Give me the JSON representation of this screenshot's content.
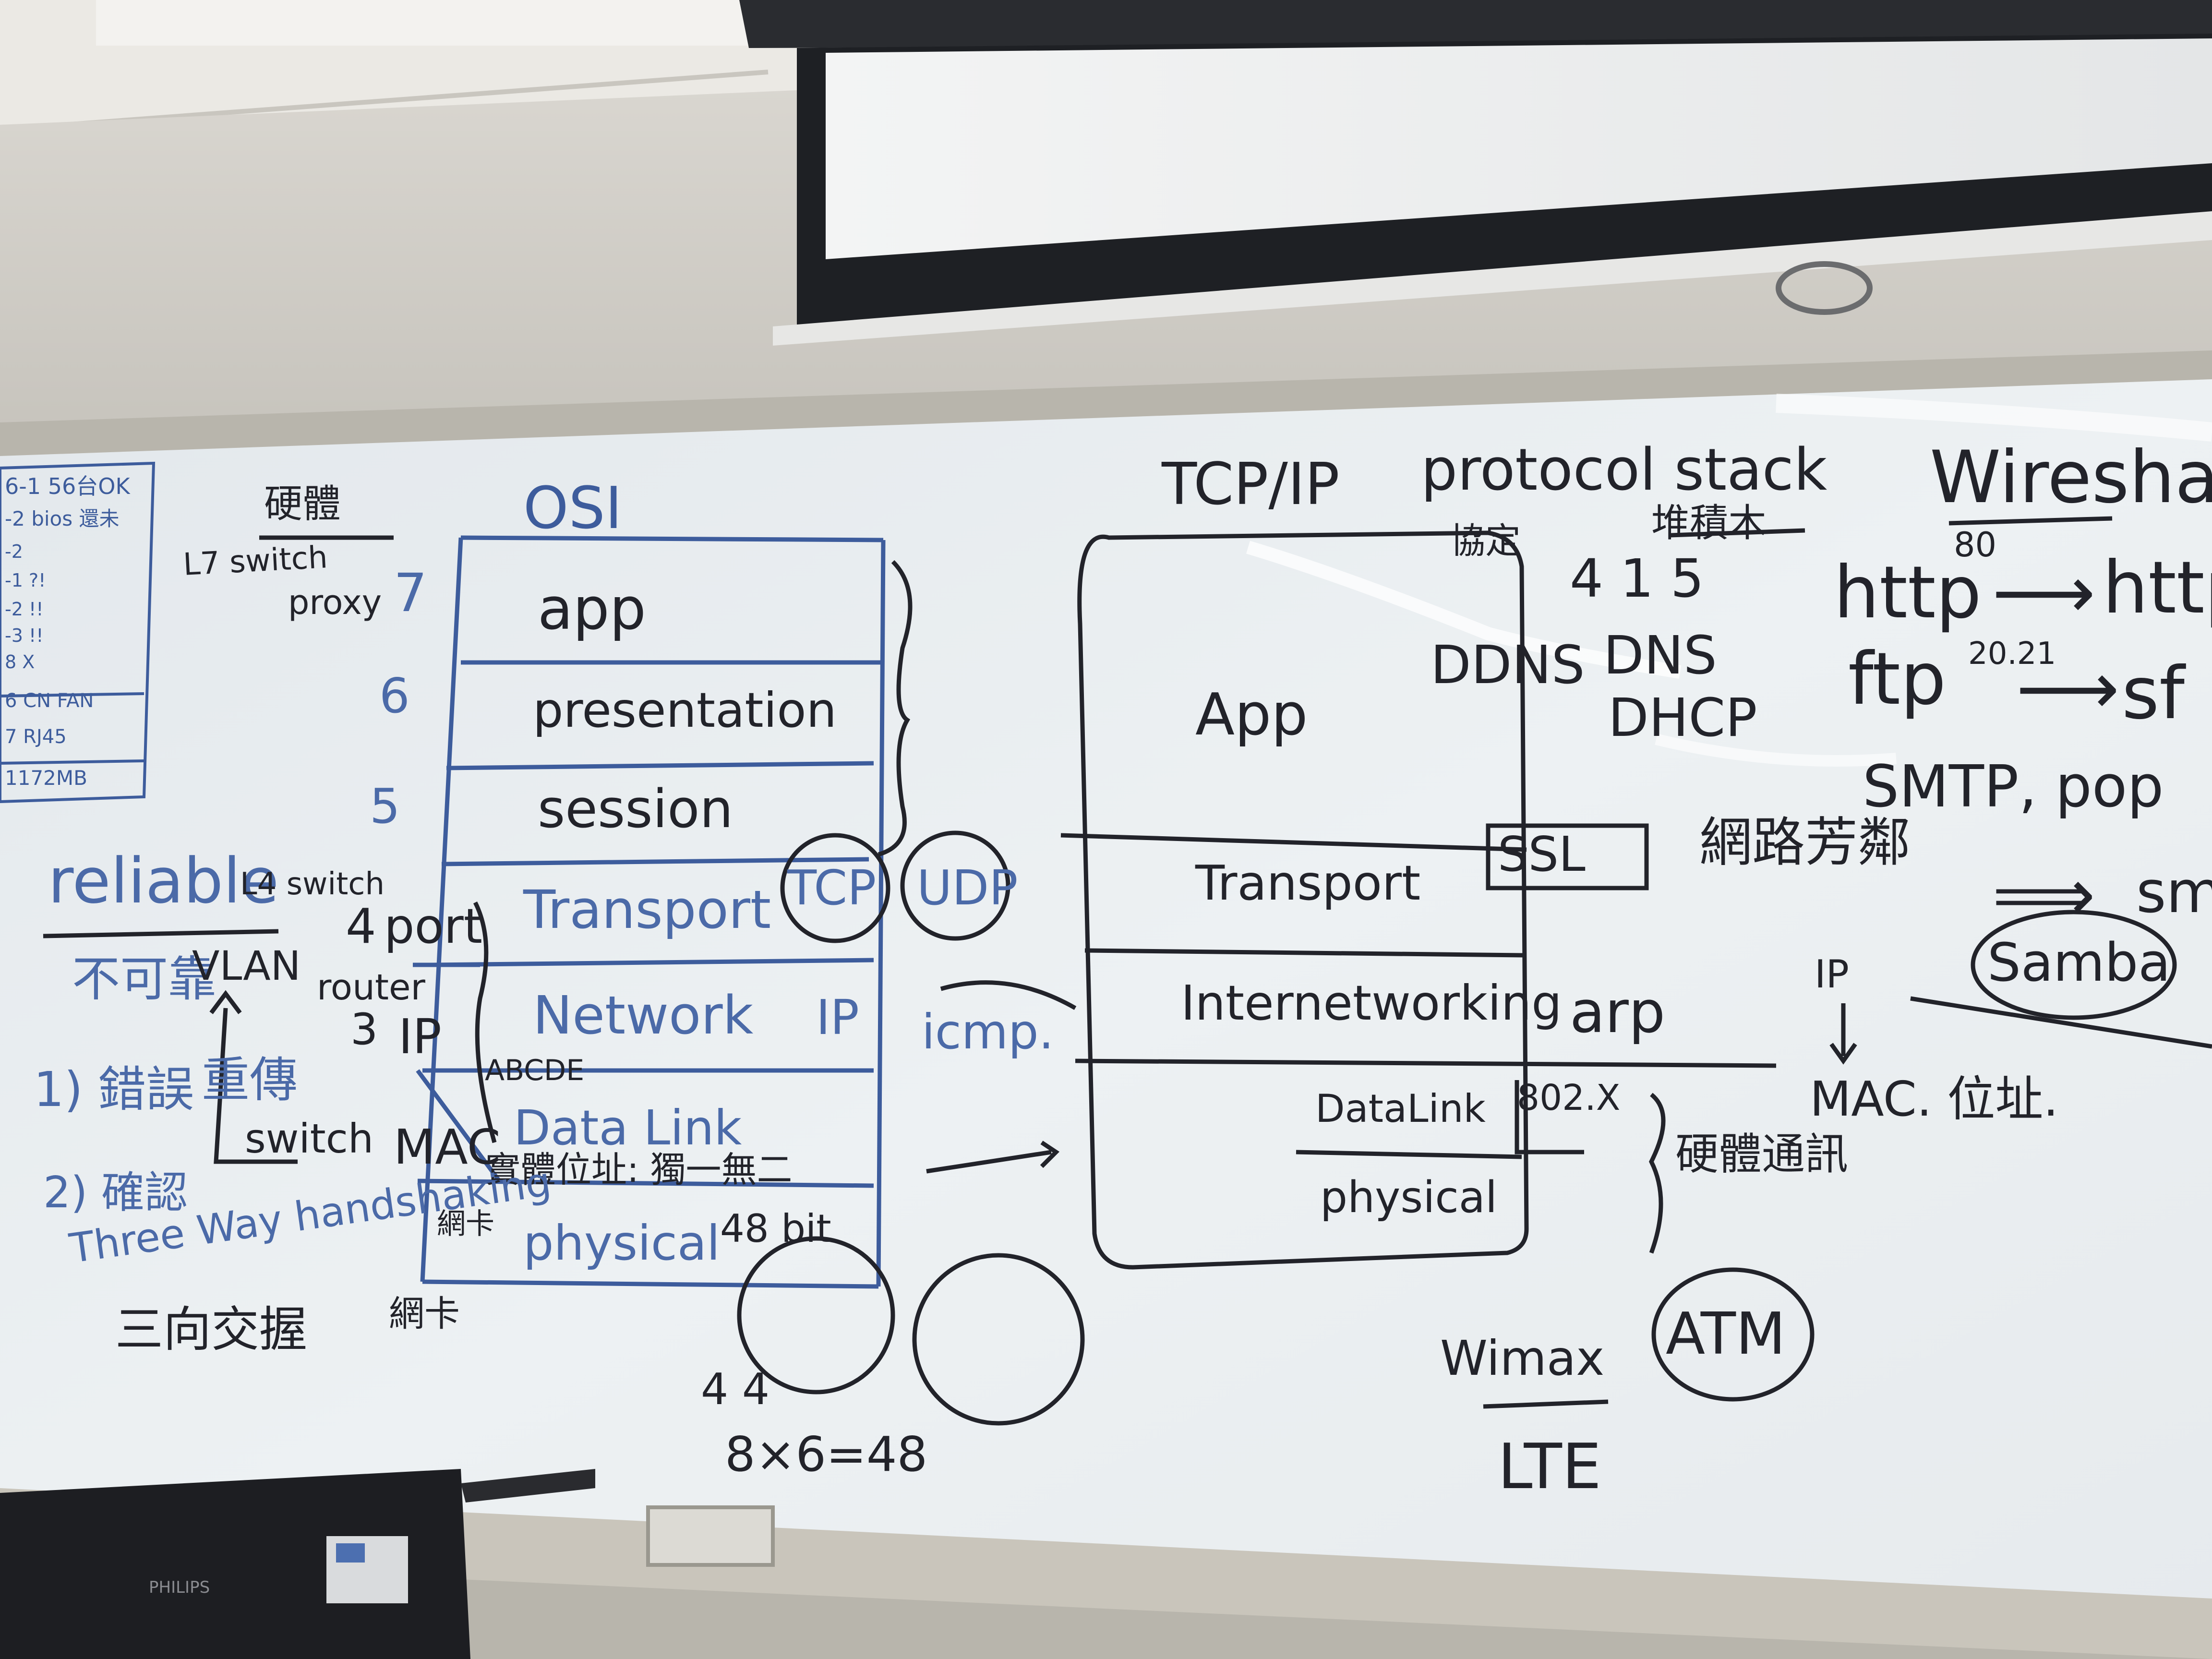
{
  "colors": {
    "ceiling": "#e8e6e1",
    "wall": "#cfccc5",
    "board": "#e9edf0",
    "frame": "#b9b6ad",
    "screen": "#eef0f1",
    "screen_case": "#27292d",
    "marker_black": "#22232a",
    "marker_blue": "#3d5c9c",
    "monitor": "#1d1e22"
  },
  "checklist": [
    "6-1 56台OK",
    "-2 bios 還未",
    "-2",
    "-1 ?!",
    "-2 !!",
    "-3 !!",
    "8 X",
    "6 CN FAN",
    "7 RJ45",
    "1172MB"
  ],
  "osi": {
    "title": "OSI",
    "hardware_label": "硬體",
    "l7_label": "L7 switch",
    "proxy_label": "proxy",
    "layers": [
      "app",
      "presentation",
      "session",
      "Transport",
      "Network",
      "Data Link",
      "physical"
    ],
    "layer_numbers": [
      "7",
      "6",
      "5",
      "4",
      "3"
    ],
    "port_label": "port",
    "ip_label": "IP",
    "mac_label": "MAC",
    "abcde_label": "ABCDE",
    "physical_addr_label": "實體位址: 獨一無二",
    "bits_label": "48 bit",
    "nic_label": "網卡",
    "nic_short": "網卡",
    "tcp_label": "TCP",
    "udp_label": "UDP",
    "ip_circle_label": "IP",
    "icmp_label": "icmp.",
    "mac_digits": "4 4",
    "mac_calc": "8×6=48"
  },
  "left": {
    "reliable": "reliable",
    "l4_switch": "L4 switch",
    "vlan": "VLAN",
    "router": "router",
    "switch": "switch",
    "not_reliable": "不可靠",
    "retransmit": "重傳",
    "error": "1) 錯誤",
    "confirm": "2) 確認",
    "three_way": "Three Way handshaking",
    "three_way_zh": "三向交握"
  },
  "tcpip": {
    "title": "TCP/IP",
    "protocol_stack": "protocol stack",
    "protocol_zh": "協定",
    "stack_zh": "堆積木",
    "layers": [
      "App",
      "Transport",
      "Internetworking",
      "DataLink",
      "physical"
    ],
    "ddns": "DDNS",
    "dns": "DNS",
    "dhcp": "DHCP",
    "num_415": "4 1 5",
    "ssl": "SSL",
    "arp": "arp",
    "ieee": "802.X",
    "hw_comm": "硬體通訊",
    "wimax": "Wimax",
    "lte": "LTE",
    "atm": "ATM"
  },
  "right": {
    "wireshark": "Wiresha",
    "http": "http",
    "http_port": "80",
    "https": "http",
    "ftp": "ftp",
    "ftp_port": "20.21",
    "sftp": "sf",
    "smtp_pop": "SMTP, pop",
    "network_neighbor": "網路芳鄰",
    "smb": "smb",
    "samba": "Samba",
    "ip_label": "IP",
    "mac_addr": "MAC. 位址."
  },
  "monitor": {
    "label": "PHILIPS"
  }
}
